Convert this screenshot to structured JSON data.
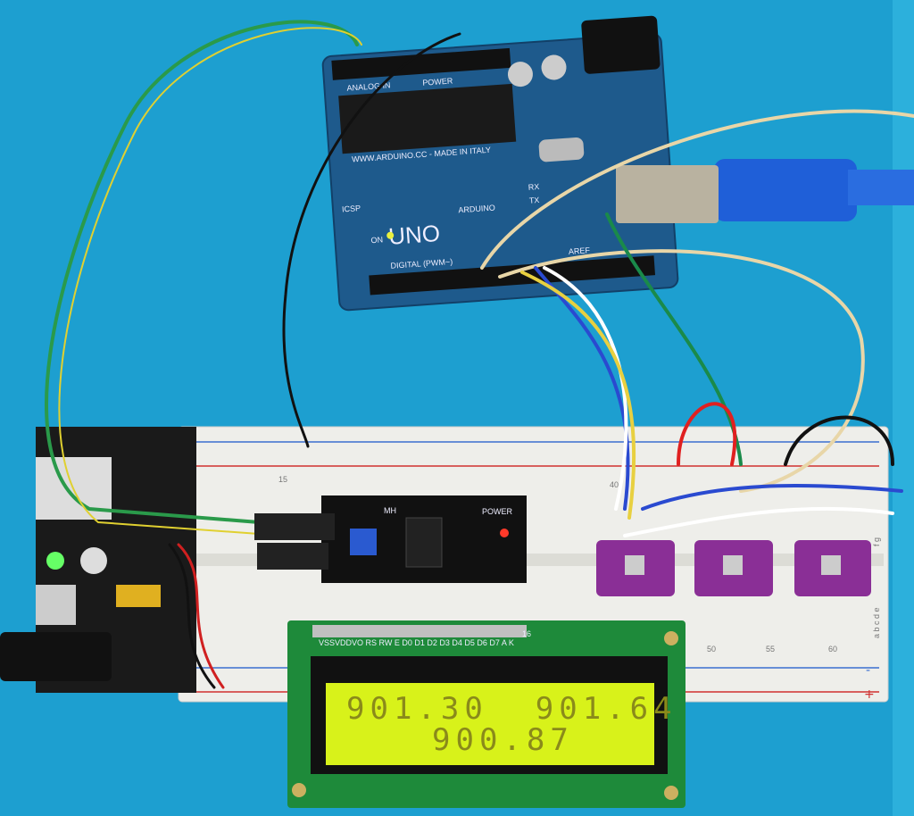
{
  "scene": {
    "background_color": "#1d9fd0",
    "arduino": {
      "brand": "ARDUINO",
      "model": "UNO",
      "website": "WWW.ARDUINO.CC - MADE IN ITALY",
      "labels": {
        "analog": "ANALOG IN",
        "power": "POWER",
        "digital": "DIGITAL (PWM~)",
        "on": "ON",
        "tx": "TX",
        "rx": "RX",
        "icsp": "ICSP",
        "aref": "AREF"
      },
      "color": "#1e5a8c"
    },
    "i2c_adapter": {
      "label": "MH",
      "power": "POWER"
    },
    "breadboard": {
      "column_numbers": [
        "15",
        "40",
        "50",
        "55",
        "60"
      ],
      "row_letters_top": "f g",
      "row_letters_bottom": "a b c d e",
      "rail_minus": "-",
      "rail_plus": "+"
    },
    "lcd": {
      "pin_labels": "VSSVDDVO RS RW E D0 D1 D2 D3 D4 D5 D6 D7 A K",
      "pin_count": "16",
      "line1": "901.30  901.64",
      "line2": "900.87",
      "backlight_color": "#d8f21a"
    },
    "sensors": [
      {
        "color": "#8a2f96"
      },
      {
        "color": "#8a2f96"
      },
      {
        "color": "#8a2f96"
      }
    ]
  }
}
